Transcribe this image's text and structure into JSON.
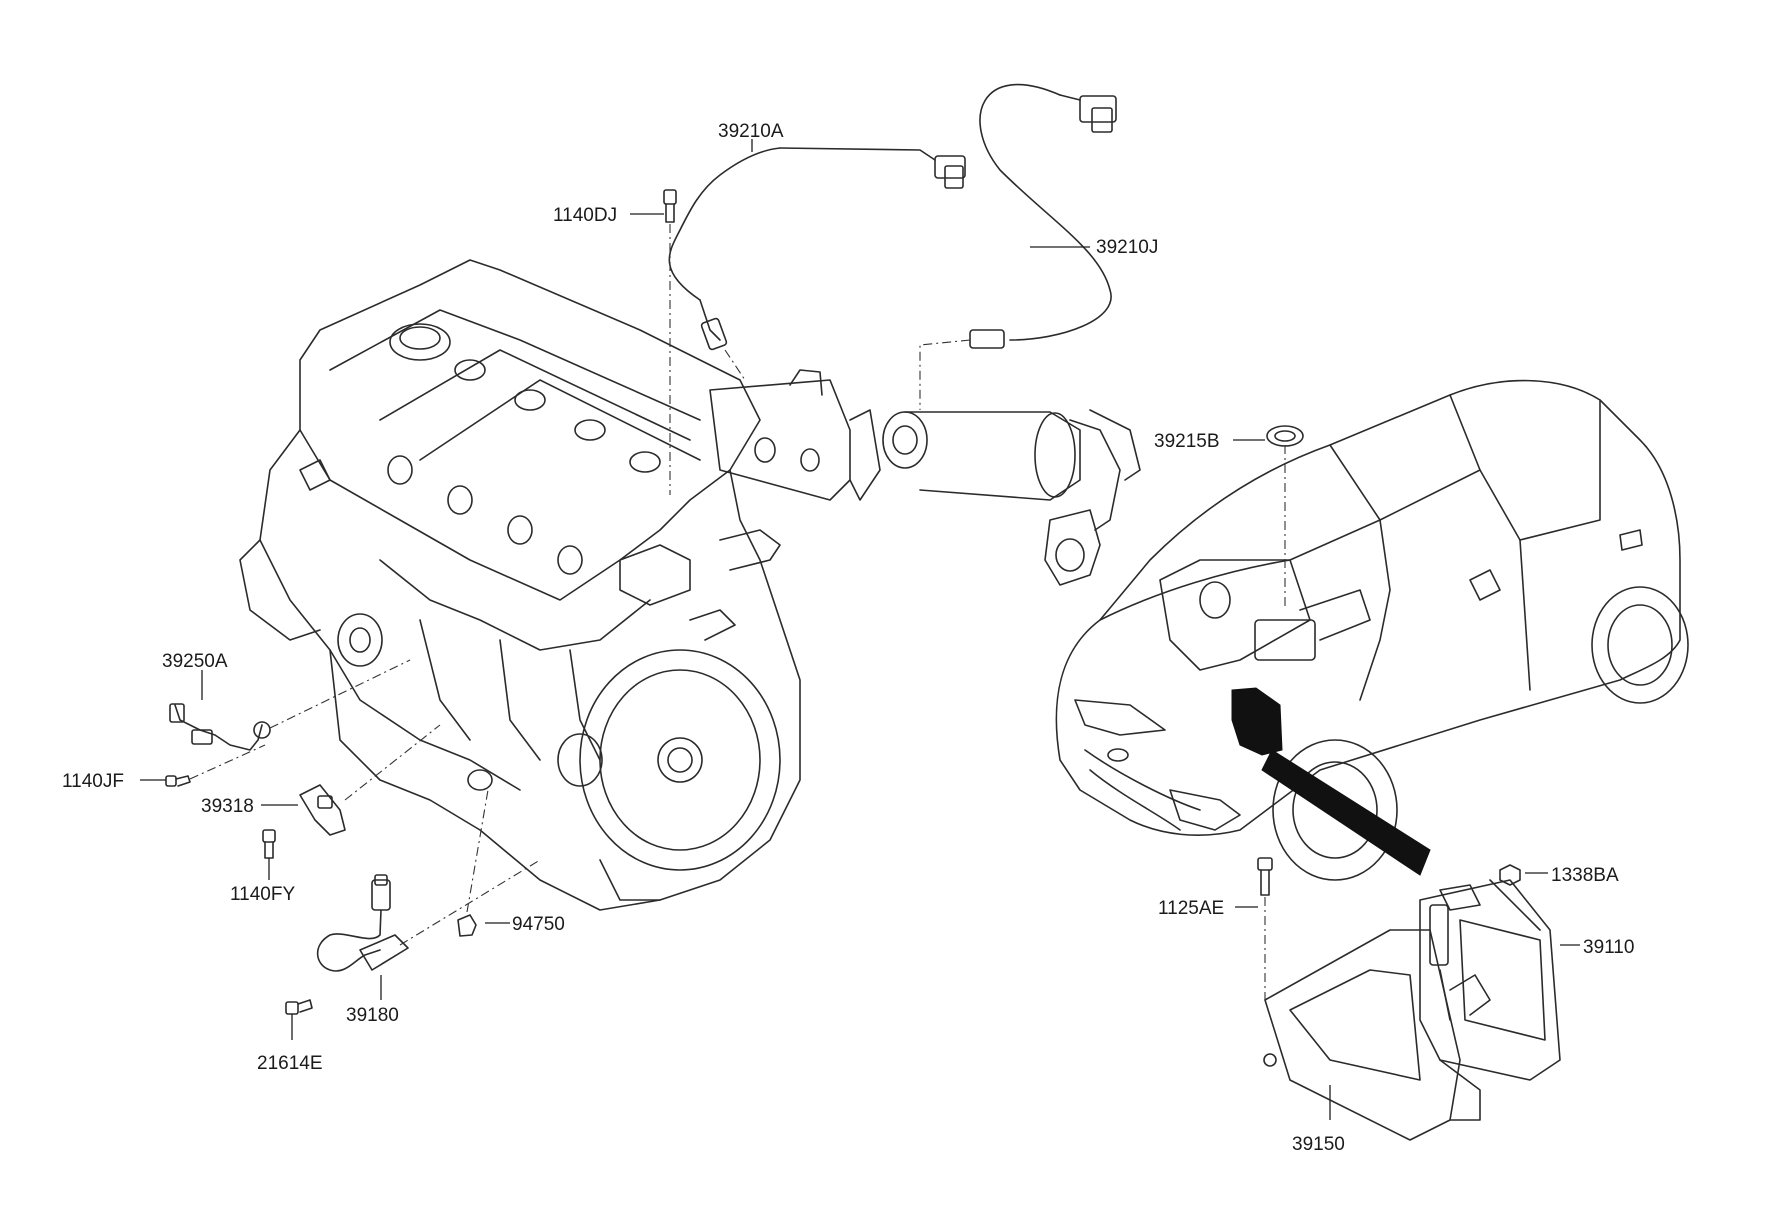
{
  "labels": {
    "p39210A": "39210A",
    "p1140DJ": "1140DJ",
    "p39210J": "39210J",
    "p39215B": "39215B",
    "p39250A": "39250A",
    "p1140JF": "1140JF",
    "p39318": "39318",
    "p1140FY": "1140FY",
    "p94750": "94750",
    "p39180": "39180",
    "p21614E": "21614E",
    "p1125AE": "1125AE",
    "p1338BA": "1338BA",
    "p39110": "39110",
    "p39150": "39150"
  }
}
